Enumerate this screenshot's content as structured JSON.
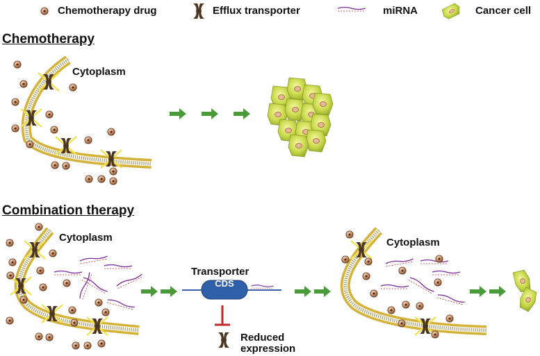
{
  "legend": {
    "drug": "Chemotherapy drug",
    "transporter": "Efflux transporter",
    "mirna": "miRNA",
    "cancer": "Cancer cell"
  },
  "sections": {
    "chemo_title": "Chemotherapy",
    "combo_title": "Combination therapy"
  },
  "labels": {
    "cytoplasm": "Cytoplasm",
    "transporter": "Transporter",
    "cds": "CDS",
    "reduced_line1": "Reduced",
    "reduced_line2": "expression"
  },
  "colors": {
    "arrow": "#4a9a3a",
    "membrane": "#d4b23a",
    "transporter": "#4a3520",
    "efflux_arrow": "#f4e04a",
    "inhibit": "#c0282c",
    "cds": "#2f5fa8",
    "cell": "#b9cf3a"
  }
}
